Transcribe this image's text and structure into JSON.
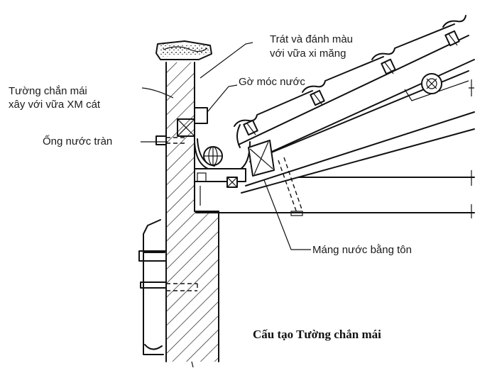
{
  "labels": {
    "parapet_wall_line1": "Tường chắn mái",
    "parapet_wall_line2": "xây với vữa XM cát",
    "plaster_line1": "Trát và đánh màu",
    "plaster_line2": "với vữa xi măng",
    "drip_ledge": "Gờ móc nước",
    "overflow_pipe": "Ống nước tràn",
    "metal_gutter": "Máng nước bằng tôn"
  },
  "caption": "Cấu tạo Tường chắn mái",
  "colors": {
    "ink": "#111111",
    "paper": "#ffffff"
  }
}
